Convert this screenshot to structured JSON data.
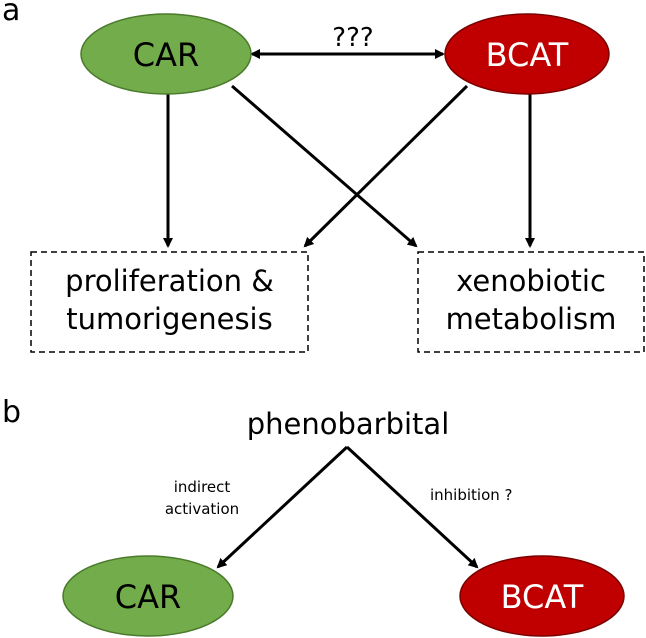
{
  "panel_a": {
    "label": "a",
    "nodes": {
      "car": {
        "label": "CAR",
        "fill": "#73ac4b"
      },
      "bcat": {
        "label": "BCAT",
        "fill": "#c00000"
      }
    },
    "link_label": "???",
    "boxes": {
      "proliferation": {
        "line1": "proliferation &",
        "line2": "tumorigenesis"
      },
      "xenobiotic": {
        "line1": "xenobiotic",
        "line2": "metabolism"
      }
    }
  },
  "panel_b": {
    "label": "b",
    "source": "phenobarbital",
    "left_edge": {
      "line1": "indirect",
      "line2": "activation"
    },
    "right_edge": "inhibition ?",
    "nodes": {
      "car": {
        "label": "CAR",
        "fill": "#73ac4b"
      },
      "bcat": {
        "label": "BCAT",
        "fill": "#c00000"
      }
    }
  },
  "colors": {
    "stroke": "#000000",
    "box_stroke": "#000000"
  }
}
